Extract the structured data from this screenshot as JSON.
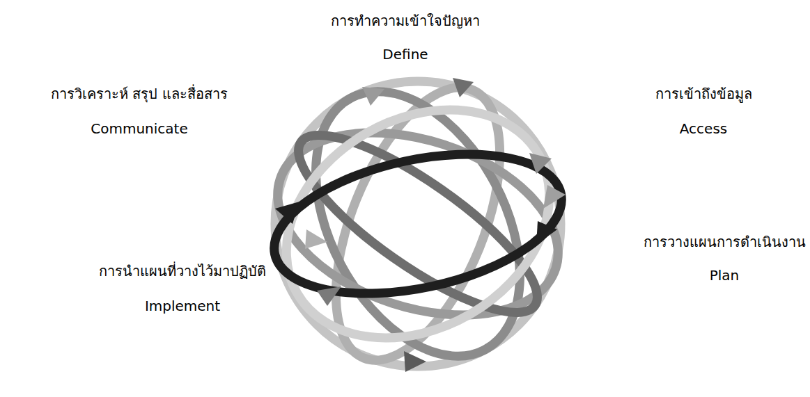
{
  "diagram": {
    "labels": [
      "การทำความเข้าใจปัญหา",
      "Define",
      "การวิเคราะห์ สรุป และสื่อสาร",
      "Communicate",
      "การเข้าถึงข้อมูล",
      "Access",
      "การวางแผนการดำเนินงาน",
      "Plan",
      "การนำแผนที่วางไว้มาปฏิบัติ",
      "Implement"
    ]
  }
}
